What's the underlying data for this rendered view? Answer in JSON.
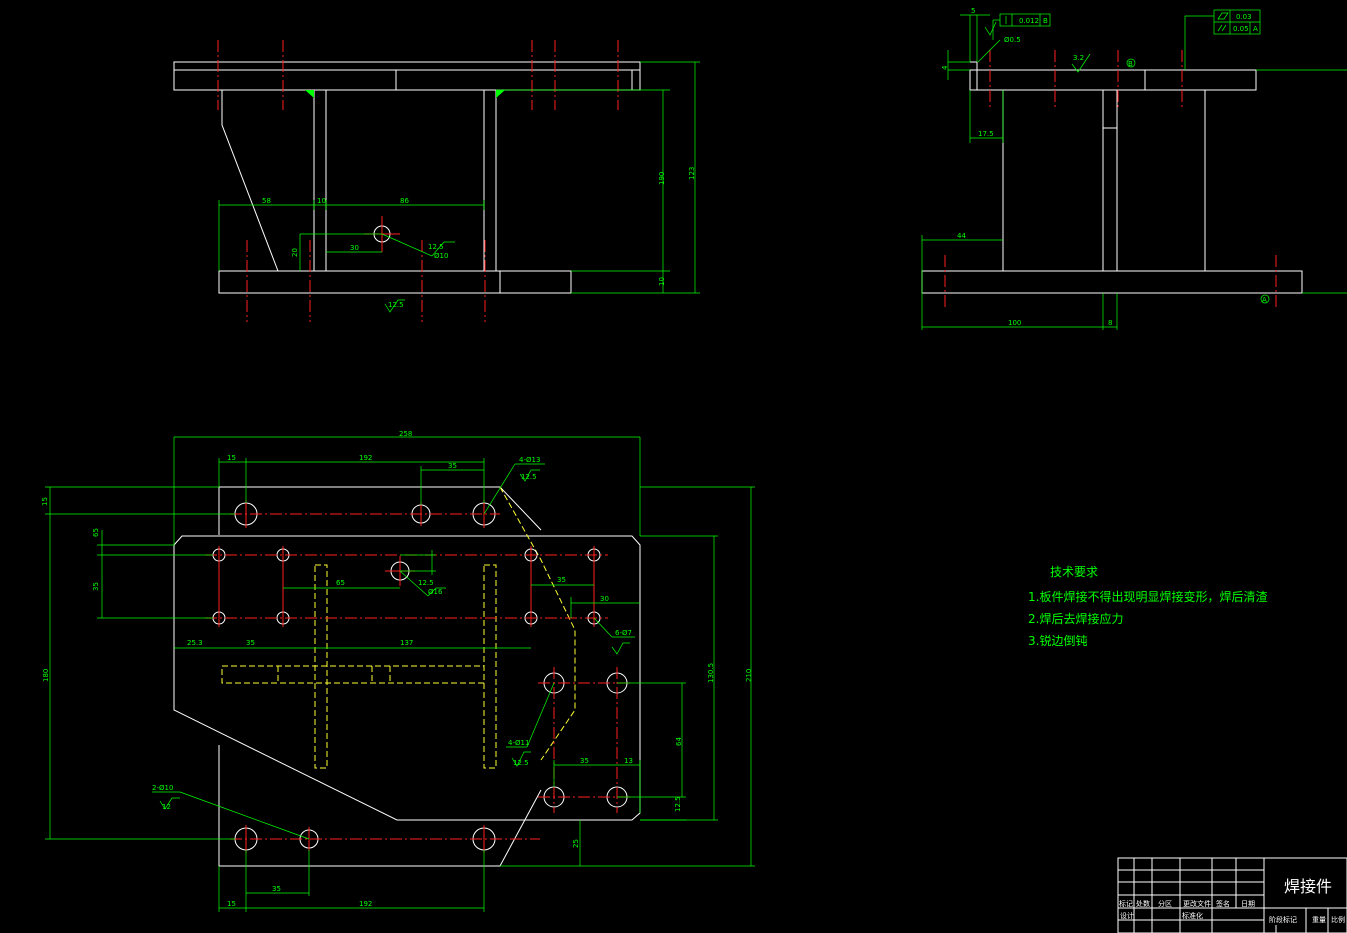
{
  "drawing": {
    "title": "焊接件",
    "tech_requirements": {
      "heading": "技术要求",
      "items": [
        "1.板件焊接不得出现明显焊接变形，焊后清渣",
        "2.焊后去焊接应力",
        "3.锐边倒钝"
      ]
    },
    "title_block": {
      "row1": [
        "标记",
        "处数",
        "分区",
        "更改文件",
        "签名",
        "日期"
      ],
      "row2": [
        "设计",
        "标准化",
        "阶段标记",
        "重量",
        "比例"
      ]
    },
    "front_view": {
      "dims": [
        "58",
        "10",
        "86",
        "30",
        "20",
        "190",
        "123",
        "10"
      ],
      "notes": [
        "12.5",
        "Ø10",
        "12.5"
      ]
    },
    "side_view": {
      "dims": [
        "5",
        "4",
        "17.5",
        "44",
        "100",
        "8"
      ],
      "notes": [
        "0.012",
        "B",
        "0.03",
        "0.05",
        "A",
        "Ø0.5",
        "3.2",
        "B",
        "A"
      ]
    },
    "top_view": {
      "dims": [
        "258",
        "15",
        "192",
        "35",
        "15",
        "65",
        "35",
        "25.3",
        "35",
        "137",
        "65",
        "35",
        "30",
        "180",
        "130.5",
        "210",
        "64",
        "35",
        "13",
        "12.5",
        "25",
        "35",
        "15",
        "192"
      ],
      "notes": [
        "4-Ø13",
        "12.5",
        "12.5",
        "Ø16",
        "6-Ø7",
        "4-Ø11",
        "12.5",
        "2-Ø10",
        "12"
      ]
    }
  }
}
